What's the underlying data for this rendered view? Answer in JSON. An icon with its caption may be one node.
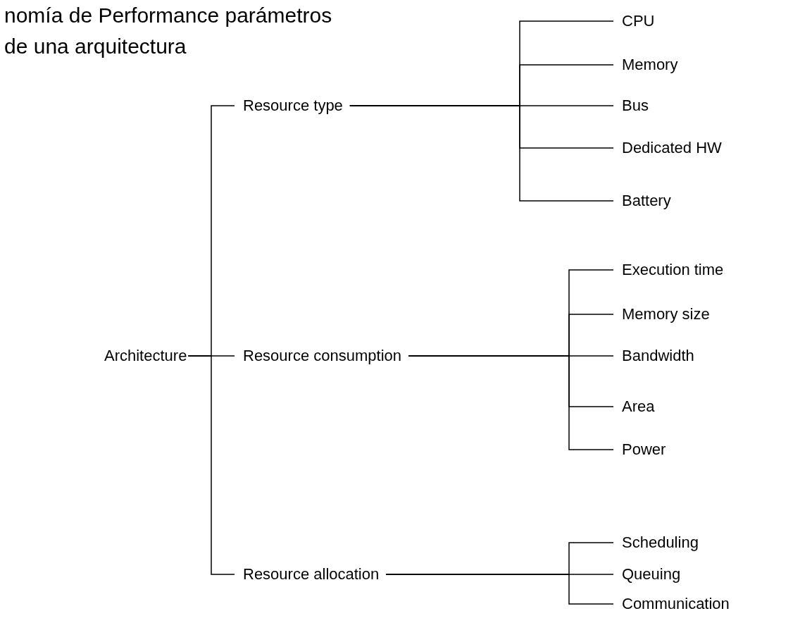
{
  "diagram": {
    "title": "nomía de Performance parámetros de una arquitectura",
    "nodes": [
      {
        "text": [
          "Architecture"
        ]
      },
      {
        "text": [
          "Resource type"
        ]
      },
      {
        "text": [
          "Resource consumption"
        ]
      },
      {
        "text": [
          "Resource allocation"
        ]
      },
      {
        "text": [
          "CPU"
        ]
      },
      {
        "text": [
          "Memory"
        ]
      },
      {
        "text": [
          "Bus"
        ]
      },
      {
        "text": [
          "Dedicated HW"
        ]
      },
      {
        "text": [
          "Battery"
        ]
      },
      {
        "text": [
          "Execution time"
        ]
      },
      {
        "text": [
          "Memory size"
        ]
      },
      {
        "text": [
          "Bandwidth"
        ]
      },
      {
        "text": [
          "Area"
        ]
      },
      {
        "text": [
          "Power"
        ]
      },
      {
        "text": [
          "Scheduling"
        ]
      },
      {
        "text": [
          "Queuing"
        ]
      },
      {
        "text": [
          "Communication"
        ]
      }
    ],
    "edges": [
      {
        "from": 0,
        "to": 1,
        "arrow": "none"
      },
      {
        "from": 0,
        "to": 2,
        "arrow": "none"
      },
      {
        "from": 0,
        "to": 3,
        "arrow": "none"
      },
      {
        "from": 1,
        "to": 4,
        "arrow": "none"
      },
      {
        "from": 1,
        "to": 5,
        "arrow": "none"
      },
      {
        "from": 1,
        "to": 6,
        "arrow": "none"
      },
      {
        "from": 1,
        "to": 7,
        "arrow": "none"
      },
      {
        "from": 1,
        "to": 8,
        "arrow": "none"
      },
      {
        "from": 2,
        "to": 9,
        "arrow": "none"
      },
      {
        "from": 2,
        "to": 10,
        "arrow": "none"
      },
      {
        "from": 2,
        "to": 11,
        "arrow": "none"
      },
      {
        "from": 2,
        "to": 12,
        "arrow": "none"
      },
      {
        "from": 2,
        "to": 13,
        "arrow": "none"
      },
      {
        "from": 3,
        "to": 14,
        "arrow": "none"
      },
      {
        "from": 3,
        "to": 15,
        "arrow": "none"
      },
      {
        "from": 3,
        "to": 16,
        "arrow": "none"
      }
    ]
  }
}
